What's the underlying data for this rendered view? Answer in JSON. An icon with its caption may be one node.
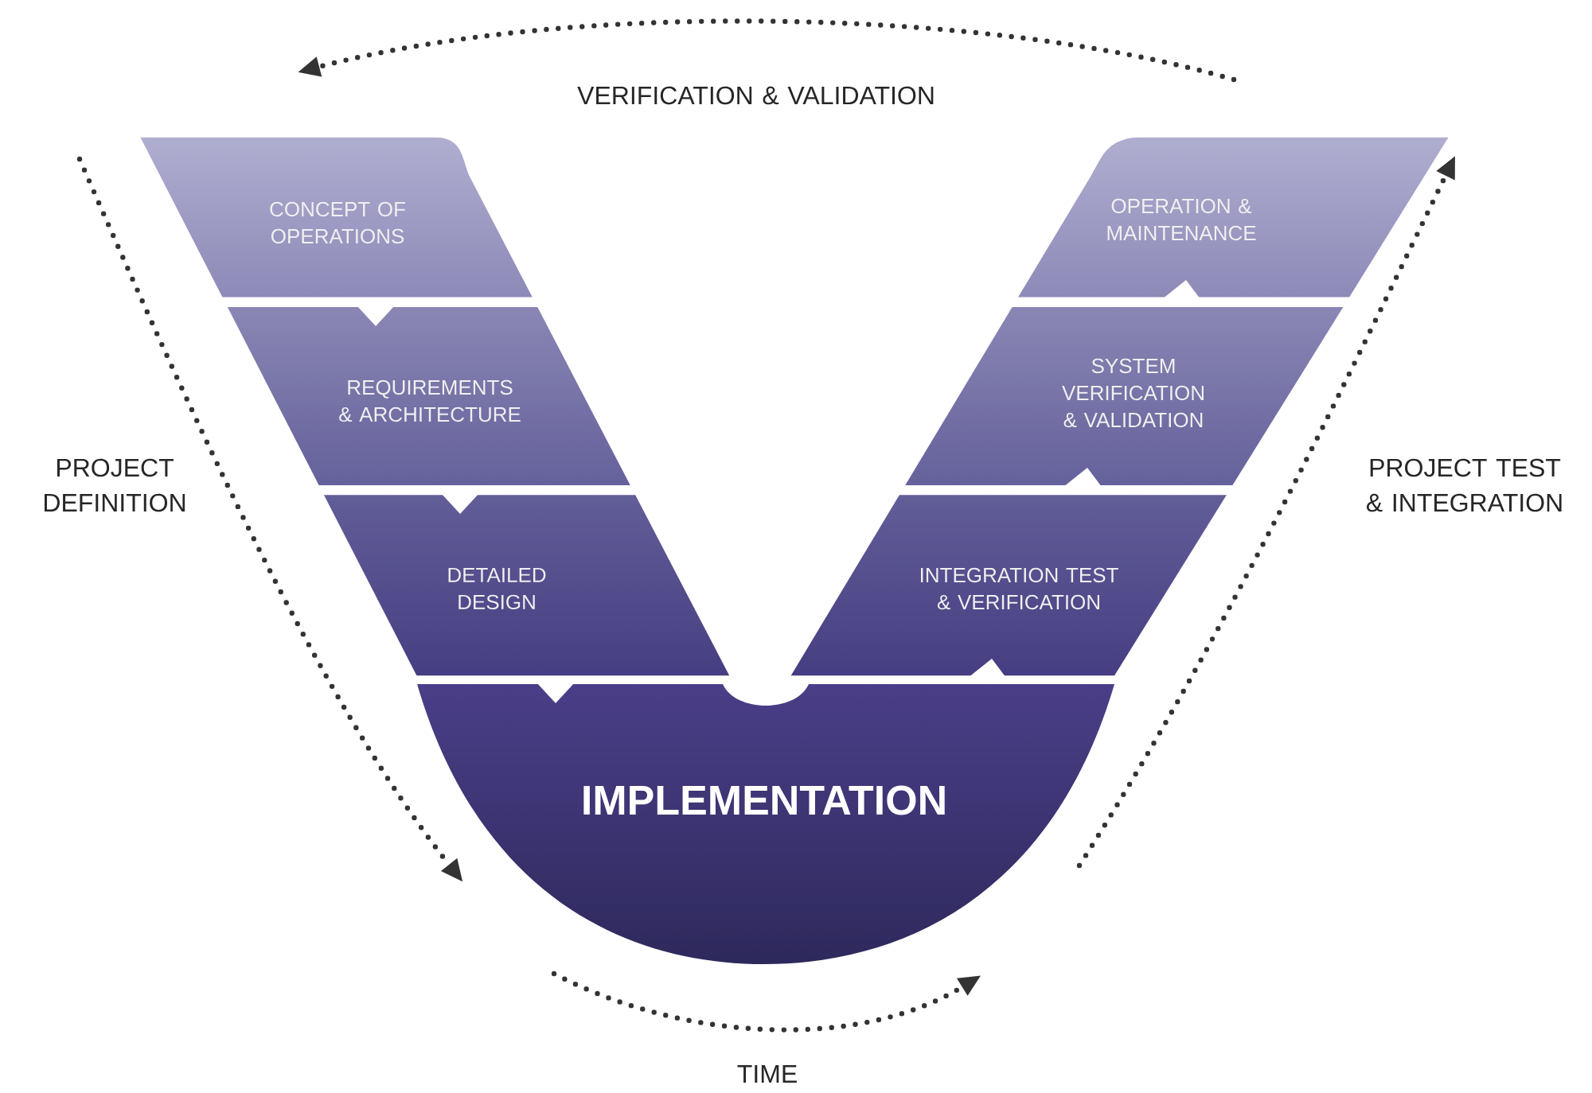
{
  "diagram": {
    "nodes": [
      {
        "text": [
          "CONCEPT OF OPERATIONS"
        ]
      },
      {
        "text": [
          "REQUIREMENTS & ARCHITECTURE"
        ]
      },
      {
        "text": [
          "DETAILED DESIGN"
        ]
      },
      {
        "text": [
          "IMPLEMENTATION"
        ]
      },
      {
        "text": [
          "INTEGRATION TEST & VERIFICATION"
        ]
      },
      {
        "text": [
          "SYSTEM VERIFICATION & VALIDATION"
        ]
      },
      {
        "text": [
          "OPERATION & MAINTENANCE"
        ]
      }
    ],
    "labels": [
      "VERIFICATION & VALIDATION",
      "PROJECT DEFINITION",
      "PROJECT TEST & INTEGRATION",
      "TIME"
    ]
  }
}
